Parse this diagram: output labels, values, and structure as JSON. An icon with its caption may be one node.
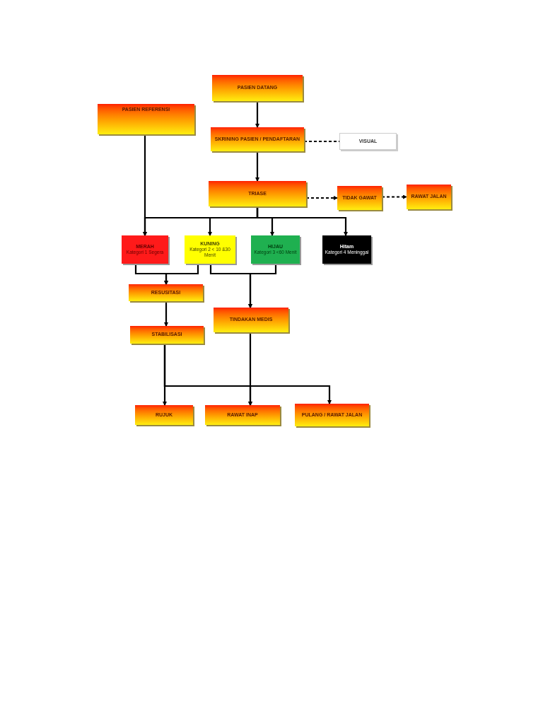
{
  "diagram": {
    "nodes": [
      {
        "text": [
          "PASIEN DATANG"
        ]
      },
      {
        "text": [
          "PASIEN REFERENSI"
        ]
      },
      {
        "text": [
          "SKRINING PASIEN / PENDAFTARAN"
        ]
      },
      {
        "text": [
          "VISUAL"
        ]
      },
      {
        "text": [
          "TRIASE"
        ]
      },
      {
        "text": [
          "TIDAK GAWAT"
        ]
      },
      {
        "text": [
          "RAWAT JALAN"
        ]
      },
      {
        "text": [
          "MERAH",
          "Kategori 1 Segera"
        ]
      },
      {
        "text": [
          "KUNING",
          "Kategori 2 < 10 &30 Menit"
        ]
      },
      {
        "text": [
          "HIJAU",
          "Kategori 3 <60 Menit"
        ]
      },
      {
        "text": [
          "Hitam",
          "Kategori 4 Meninggal"
        ]
      },
      {
        "text": [
          "RESUSITASI"
        ]
      },
      {
        "text": [
          "TINDAKAN MEDIS"
        ]
      },
      {
        "text": [
          "STABILISASI"
        ]
      },
      {
        "text": [
          "RUJUK"
        ]
      },
      {
        "text": [
          "RAWAT INAP"
        ]
      },
      {
        "text": [
          "PULANG / RAWAT JALAN"
        ]
      }
    ],
    "edges": [
      {
        "from": 0,
        "to": 2,
        "arrow": "to"
      },
      {
        "from": 2,
        "to": 3,
        "arrow": "none",
        "style": "dashed"
      },
      {
        "from": 2,
        "to": 4,
        "arrow": "to"
      },
      {
        "from": 4,
        "to": 5,
        "arrow": "to",
        "style": "dashed"
      },
      {
        "from": 5,
        "to": 6,
        "arrow": "to",
        "style": "dashed"
      },
      {
        "from": 4,
        "to": 7,
        "arrow": "to"
      },
      {
        "from": 4,
        "to": 8,
        "arrow": "to"
      },
      {
        "from": 4,
        "to": 9,
        "arrow": "to"
      },
      {
        "from": 4,
        "to": 10,
        "arrow": "to"
      },
      {
        "from": 1,
        "to": 7,
        "arrow": "to"
      },
      {
        "from": 7,
        "to": 11,
        "arrow": "to"
      },
      {
        "from": 8,
        "to": 11,
        "arrow": "to"
      },
      {
        "from": 8,
        "to": 12,
        "arrow": "to"
      },
      {
        "from": 9,
        "to": 12,
        "arrow": "to"
      },
      {
        "from": 11,
        "to": 13,
        "arrow": "to"
      },
      {
        "from": 13,
        "to": 14,
        "arrow": "to"
      },
      {
        "from": 13,
        "to": 15,
        "arrow": "to"
      },
      {
        "from": 13,
        "to": 16,
        "arrow": "to"
      },
      {
        "from": 12,
        "to": 15,
        "arrow": "to"
      }
    ]
  }
}
